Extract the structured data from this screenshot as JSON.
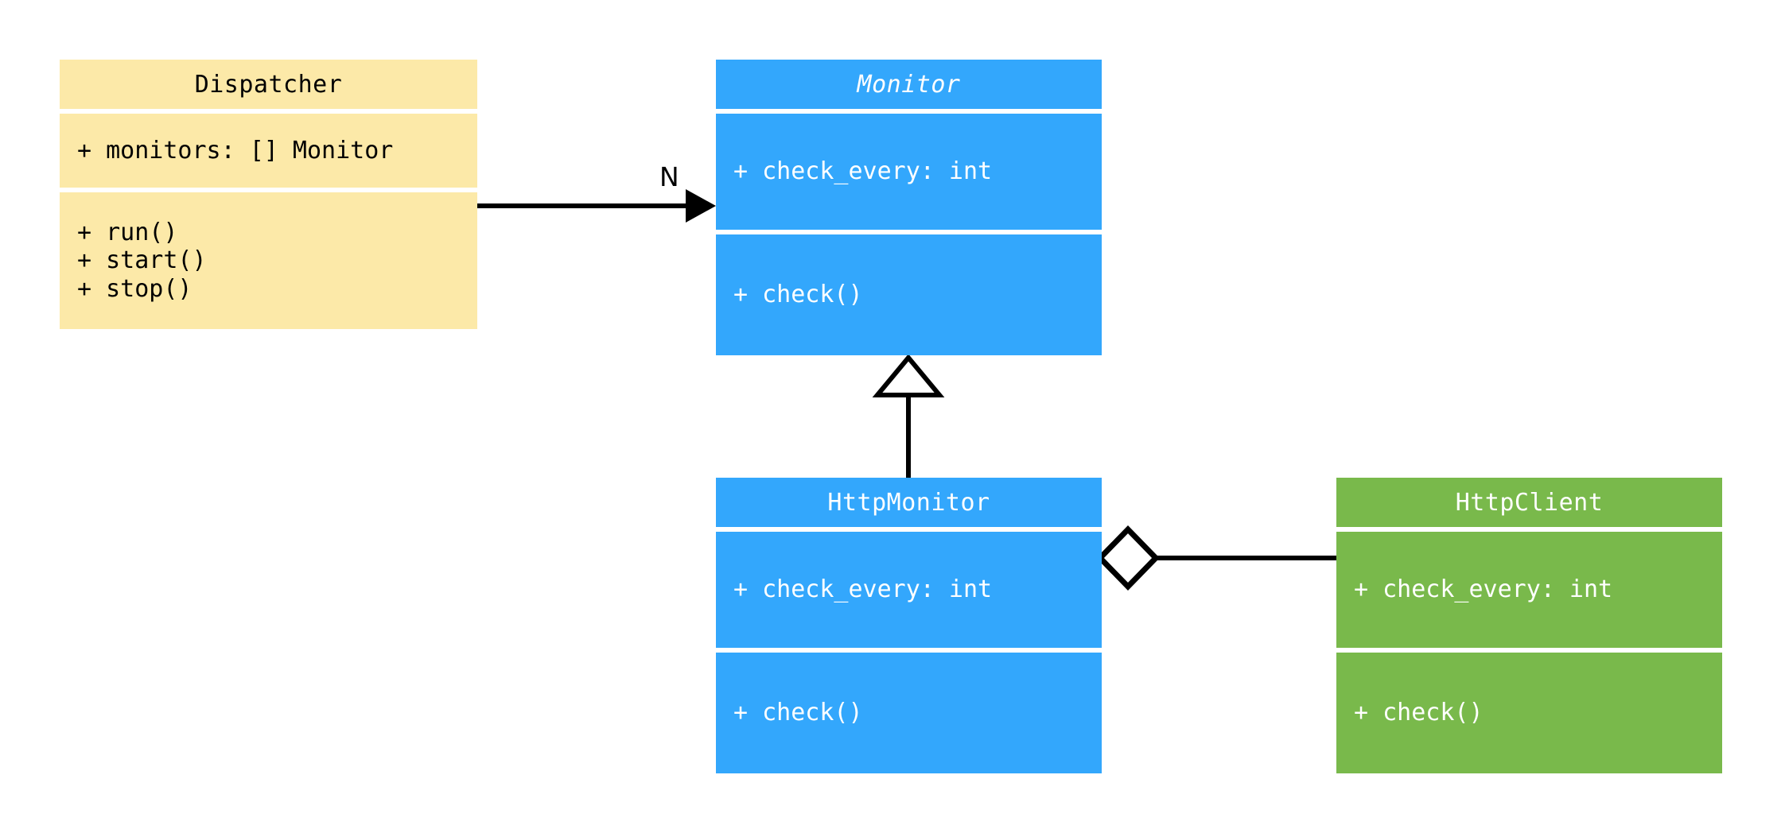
{
  "diagram": {
    "kind": "uml-class-diagram",
    "background": "#ffffff",
    "palette": {
      "cream": "#fce9a8",
      "blue": "#33a7fc",
      "green": "#79b94b",
      "line": "#000000",
      "text_dark": "#000000",
      "text_light": "#ffffff"
    }
  },
  "classes": {
    "dispatcher": {
      "name": "Dispatcher",
      "abstract": false,
      "color": "#fce9a8",
      "attributes": [
        "+ monitors: [] Monitor"
      ],
      "methods": [
        "+ run()",
        "+ start()",
        "+ stop()"
      ]
    },
    "monitor": {
      "name": "Monitor",
      "abstract": true,
      "color": "#33a7fc",
      "attributes": [
        "+ check_every: int"
      ],
      "methods": [
        "+ check()"
      ]
    },
    "http_monitor": {
      "name": "HttpMonitor",
      "abstract": false,
      "color": "#33a7fc",
      "attributes": [
        "+ check_every: int"
      ],
      "methods": [
        "+ check()"
      ]
    },
    "http_client": {
      "name": "HttpClient",
      "abstract": false,
      "color": "#79b94b",
      "attributes": [
        "+ check_every: int"
      ],
      "methods": [
        "+ check()"
      ]
    }
  },
  "relationships": {
    "dispatcher_to_monitor": {
      "type": "association",
      "from": "Dispatcher",
      "to": "Monitor",
      "multiplicity_label": "N",
      "arrowhead": "filled-arrow"
    },
    "httpmonitor_to_monitor": {
      "type": "generalization",
      "from": "HttpMonitor",
      "to": "Monitor",
      "arrowhead": "hollow-triangle"
    },
    "httpmonitor_to_httpclient": {
      "type": "aggregation",
      "from": "HttpMonitor",
      "to": "HttpClient",
      "arrowhead": "hollow-diamond"
    }
  }
}
